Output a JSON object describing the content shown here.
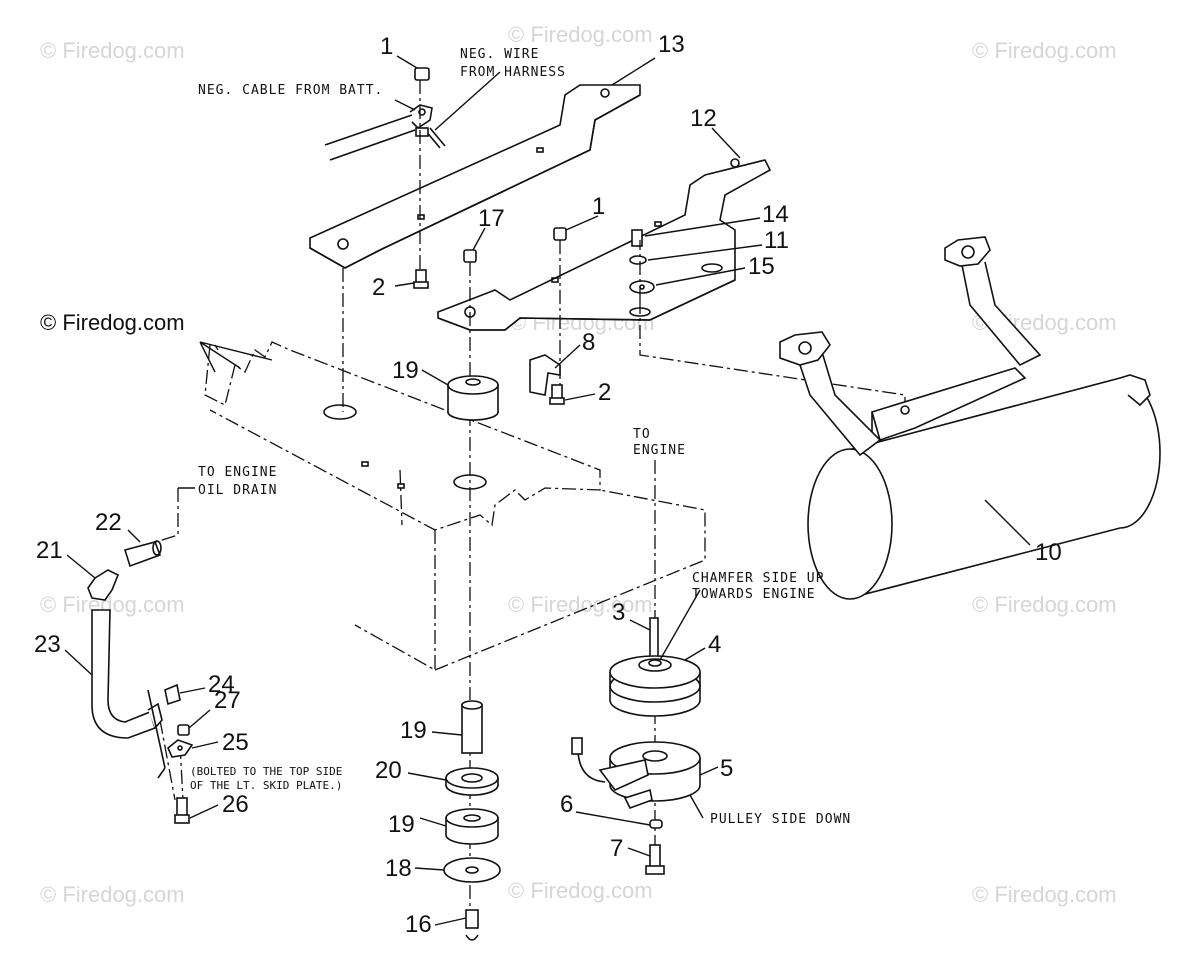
{
  "watermarks": [
    "© Firedog.com",
    "© Firedog.com",
    "© Firedog.com",
    "© Firedog.com",
    "© Firedog.com",
    "© Firedog.com",
    "© Firedog.com",
    "© Firedog.com",
    "© Firedog.com",
    "© Firedog.com",
    "© Firedog.com"
  ],
  "callouts": {
    "neg_cable": "NEG. CABLE FROM BATT.",
    "neg_wire_1": "NEG. WIRE",
    "neg_wire_2": "FROM HARNESS",
    "to_engine_1": "TO",
    "to_engine_2": "ENGINE",
    "oil_drain_1": "TO ENGINE",
    "oil_drain_2": "OIL DRAIN",
    "chamfer_1": "CHAMFER SIDE UP",
    "chamfer_2": "TOWARDS ENGINE",
    "pulley_side": "PULLEY SIDE DOWN",
    "bolted_1": "(BOLTED TO THE TOP SIDE",
    "bolted_2": "OF THE LT. SKID PLATE.)"
  },
  "part_labels": [
    "1",
    "13",
    "12",
    "17",
    "1",
    "14",
    "11",
    "15",
    "2",
    "19",
    "8",
    "2",
    "10",
    "22",
    "21",
    "23",
    "3",
    "4",
    "24",
    "27",
    "25",
    "26",
    "19",
    "20",
    "5",
    "6",
    "7",
    "19",
    "18",
    "16"
  ],
  "colors": {
    "ink": "#111111",
    "watermark": "#d6d6d6",
    "paper": "#ffffff"
  }
}
